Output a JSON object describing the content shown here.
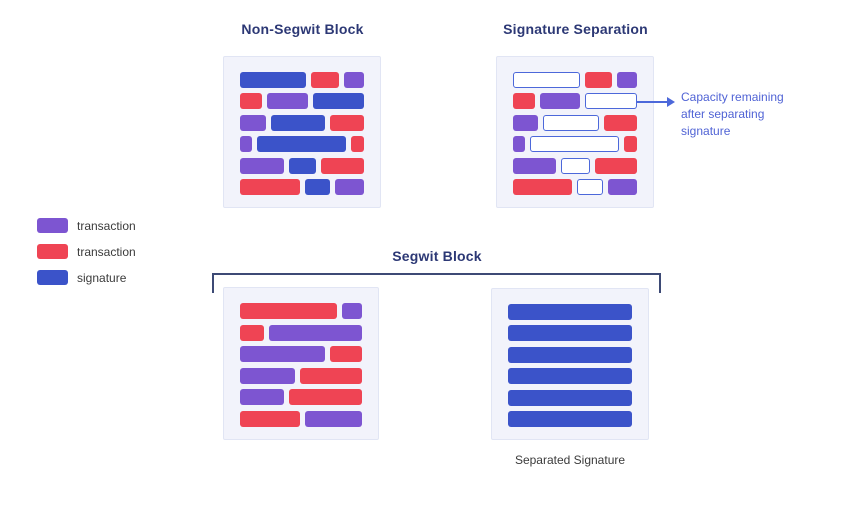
{
  "colors": {
    "purple": "#7d55d1",
    "red": "#ef4454",
    "blue": "#3b53c9",
    "outline_border": "#4c68da",
    "outline_fill": "#ffffff",
    "panel_bg": "#f2f3fb",
    "panel_border": "#e1e5f4",
    "title": "#2c3875",
    "annotation": "#5063d5",
    "text": "#3b3b3b",
    "bracket": "#3d4a75"
  },
  "titles": {
    "non_segwit": "Non-Segwit Block",
    "signature_separation": "Signature Separation",
    "segwit": "Segwit Block",
    "separated_signature": "Separated Signature"
  },
  "annotation": {
    "lines": [
      "Capacity remaining",
      "after separating",
      "signature"
    ]
  },
  "legend": {
    "items": [
      {
        "label": "transaction",
        "color": "#7d55d1"
      },
      {
        "label": "transaction",
        "color": "#ef4454"
      },
      {
        "label": "signature",
        "color": "#3b53c9"
      }
    ]
  },
  "blocks": {
    "non_segwit": {
      "rows": [
        [
          {
            "t": "blue",
            "w": 68
          },
          {
            "t": "red",
            "w": 28
          },
          {
            "t": "purple",
            "w": 21
          }
        ],
        [
          {
            "t": "red",
            "w": 24
          },
          {
            "t": "purple",
            "w": 44
          },
          {
            "t": "blue",
            "w": 55
          }
        ],
        [
          {
            "t": "purple",
            "w": 28
          },
          {
            "t": "blue",
            "w": 59
          },
          {
            "t": "red",
            "w": 37
          }
        ],
        [
          {
            "t": "purple",
            "w": 13
          },
          {
            "t": "blue",
            "w": 95
          },
          {
            "t": "red",
            "w": 14
          }
        ],
        [
          {
            "t": "purple",
            "w": 46
          },
          {
            "t": "blue",
            "w": 29
          },
          {
            "t": "red",
            "w": 45
          }
        ],
        [
          {
            "t": "red",
            "w": 64
          },
          {
            "t": "blue",
            "w": 26
          },
          {
            "t": "purple",
            "w": 31
          }
        ]
      ]
    },
    "signature_separation": {
      "rows": [
        [
          {
            "t": "outline",
            "w": 68
          },
          {
            "t": "red",
            "w": 28
          },
          {
            "t": "purple",
            "w": 21
          }
        ],
        [
          {
            "t": "red",
            "w": 24
          },
          {
            "t": "purple",
            "w": 44
          },
          {
            "t": "outline",
            "w": 55
          }
        ],
        [
          {
            "t": "purple",
            "w": 28
          },
          {
            "t": "outline",
            "w": 59
          },
          {
            "t": "red",
            "w": 37
          }
        ],
        [
          {
            "t": "purple",
            "w": 13
          },
          {
            "t": "outline",
            "w": 95
          },
          {
            "t": "red",
            "w": 14
          }
        ],
        [
          {
            "t": "purple",
            "w": 46
          },
          {
            "t": "outline",
            "w": 29
          },
          {
            "t": "red",
            "w": 45
          }
        ],
        [
          {
            "t": "red",
            "w": 64
          },
          {
            "t": "outline",
            "w": 26
          },
          {
            "t": "purple",
            "w": 31
          }
        ]
      ]
    },
    "segwit_transactions": {
      "rows": [
        [
          {
            "t": "red",
            "w": 104
          },
          {
            "t": "purple",
            "w": 21
          }
        ],
        [
          {
            "t": "red",
            "w": 25
          },
          {
            "t": "purple",
            "w": 98
          }
        ],
        [
          {
            "t": "purple",
            "w": 89
          },
          {
            "t": "red",
            "w": 33
          }
        ],
        [
          {
            "t": "purple",
            "w": 59
          },
          {
            "t": "red",
            "w": 66
          }
        ],
        [
          {
            "t": "purple",
            "w": 48
          },
          {
            "t": "red",
            "w": 79
          }
        ],
        [
          {
            "t": "red",
            "w": 65
          },
          {
            "t": "purple",
            "w": 61
          }
        ]
      ]
    },
    "separated_signature": {
      "rows": [
        [
          {
            "t": "blue",
            "w": 1
          }
        ],
        [
          {
            "t": "blue",
            "w": 1
          }
        ],
        [
          {
            "t": "blue",
            "w": 1
          }
        ],
        [
          {
            "t": "blue",
            "w": 1
          }
        ],
        [
          {
            "t": "blue",
            "w": 1
          }
        ],
        [
          {
            "t": "blue",
            "w": 1
          }
        ]
      ]
    }
  }
}
